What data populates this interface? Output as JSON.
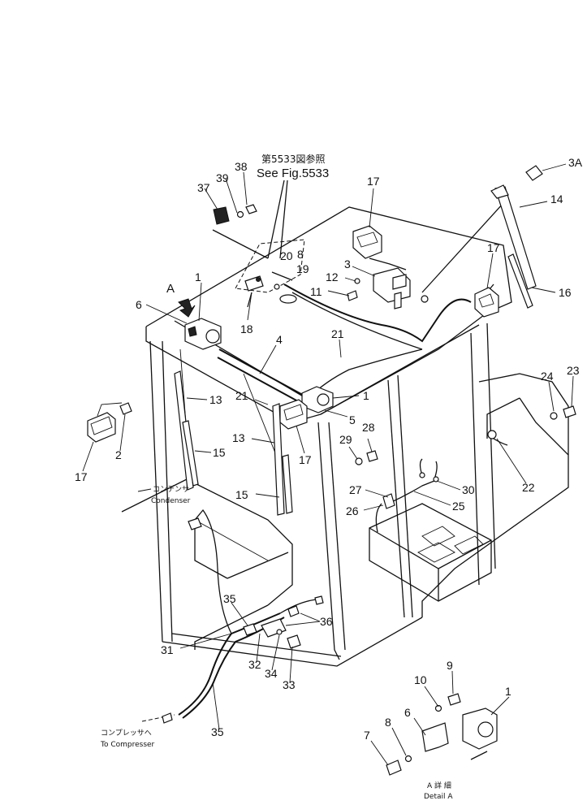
{
  "notes": {
    "ref_jp": "第5533図参照",
    "ref_en": "See Fig.5533",
    "view_a": "A",
    "condenser_jp": "コンデンサ",
    "condenser_en": "Condenser",
    "compressor_jp": "コンプレッサへ",
    "compressor_en": "To Compresser",
    "detail_jp": "A 詳 細",
    "detail_en": "Detail A"
  },
  "callouts": {
    "c3a": "3A",
    "c14": "14",
    "c16": "16",
    "c17a": "17",
    "c17b": "17",
    "c17c": "17",
    "c17d": "17",
    "c38": "38",
    "c39": "39",
    "c37": "37",
    "c20": "20",
    "c8": "8",
    "c19": "19",
    "c3": "3",
    "c12": "12",
    "c11": "11",
    "c18": "18",
    "c1a": "1",
    "c6a": "6",
    "c4": "4",
    "c21a": "21",
    "c21b": "21",
    "c1b": "1",
    "c5": "5",
    "c13a": "13",
    "c13b": "13",
    "c15a": "15",
    "c15b": "15",
    "c2": "2",
    "c28": "28",
    "c29": "29",
    "c24": "24",
    "c23": "23",
    "c22": "22",
    "c30": "30",
    "c27": "27",
    "c25": "25",
    "c26": "26",
    "c35a": "35",
    "c36": "36",
    "c31": "31",
    "c32": "32",
    "c34": "34",
    "c33": "33",
    "c35b": "35",
    "c10": "10",
    "c9": "9",
    "c1c": "1",
    "c6b": "6",
    "c8b": "8",
    "c7": "7"
  },
  "icons": {
    "view_arrow": "view-arrow-icon"
  }
}
